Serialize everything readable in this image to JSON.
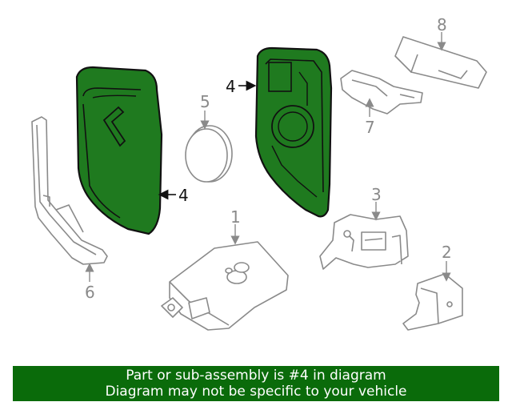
{
  "callouts": {
    "c1": "1",
    "c2": "2",
    "c3": "3",
    "c4_left": "4",
    "c4_right": "4",
    "c5": "5",
    "c6": "6",
    "c7": "7",
    "c8": "8"
  },
  "banner": {
    "line1": "Part or sub-assembly is #4 in diagram",
    "line2": "Diagram may not be specific to your vehicle"
  },
  "colors": {
    "highlight": "#1f7a1f",
    "banner_bg": "#0a6b0a",
    "line": "#8a8a8a"
  }
}
